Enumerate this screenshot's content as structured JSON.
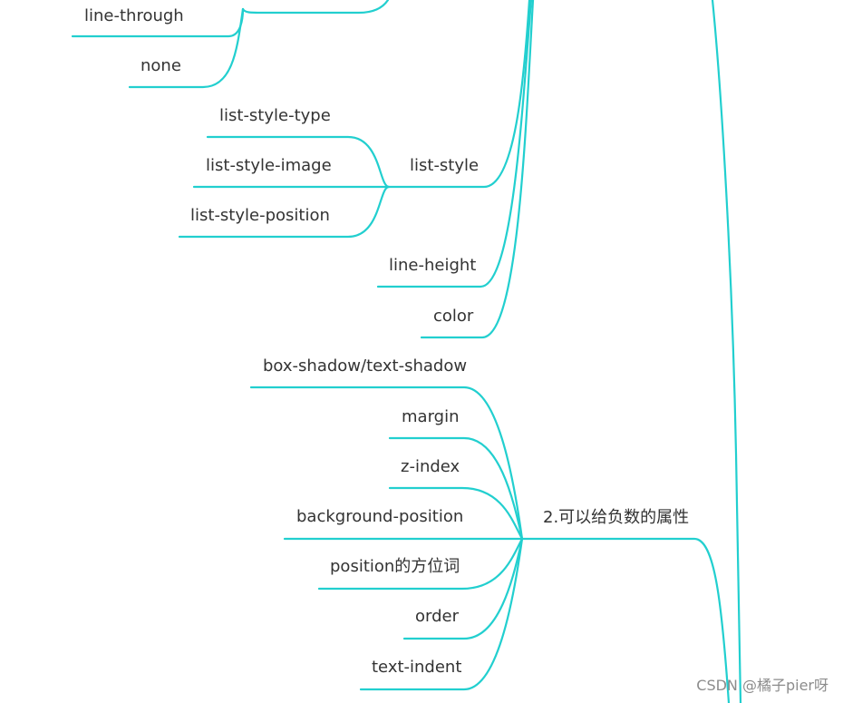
{
  "theme": {
    "line_color": "#22cfcf",
    "text_color": "#333333"
  },
  "text_decoration_values": {
    "line_through": "line-through",
    "none": "none"
  },
  "list_style": {
    "label": "list-style",
    "children": [
      "list-style-type",
      "list-style-image",
      "list-style-position"
    ]
  },
  "line_height": "line-height",
  "color": "color",
  "negative_values": {
    "label": "2.可以给负数的属性",
    "children": [
      "box-shadow/text-shadow",
      "margin",
      "z-index",
      "background-position",
      "position的方位词",
      "order",
      "text-indent"
    ]
  },
  "watermark": "CSDN @橘子pier呀"
}
